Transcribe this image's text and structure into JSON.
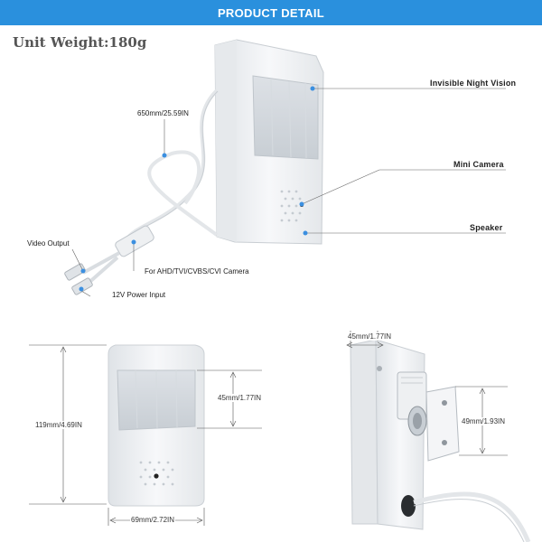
{
  "banner": {
    "title": "PRODUCT DETAIL"
  },
  "unit_weight": "Unit Weight:180g",
  "callouts": {
    "night_vision": "Invisible Night Vision",
    "mini_camera": "Mini Camera",
    "speaker": "Speaker",
    "cable_length": "650mm/25.59IN",
    "video_output": "Video Output",
    "format": "For AHD/TVI/CVBS/CVI Camera",
    "power_input": "12V Power Input"
  },
  "dimensions": {
    "height": "119mm/4.69IN",
    "lens_window": "45mm/1.77IN",
    "width": "69mm/2.72IN",
    "depth": "45mm/1.77IN",
    "bracket": "49mm/1.93IN"
  },
  "colors": {
    "accent": "#2a90dd",
    "body": "#f2f4f6",
    "dot": "#3b8fe0"
  }
}
